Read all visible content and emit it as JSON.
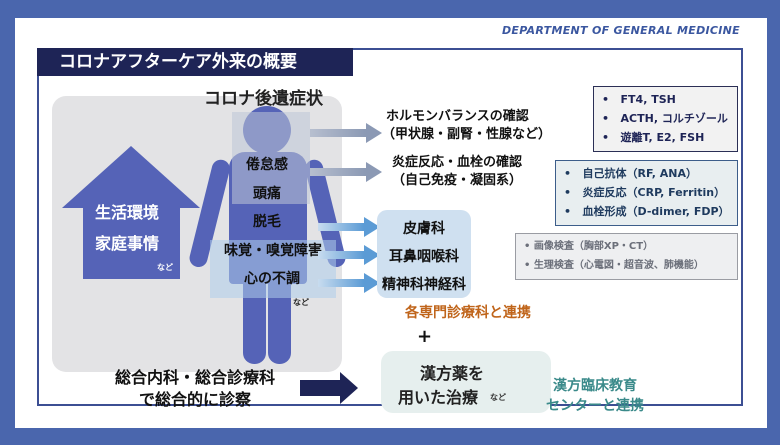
{
  "header": {
    "department": "DEPARTMENT OF GENERAL MEDICINE",
    "title": "コロナアフターケア外来の概要"
  },
  "symptoms": {
    "title": "コロナ後遺症状",
    "items": [
      "倦怠感",
      "頭痛",
      "脱毛",
      "味覚・嗅覚障害",
      "心の不調"
    ],
    "etc": "など"
  },
  "living": {
    "line1": "生活環境",
    "line2": "家庭事情",
    "etc": "など"
  },
  "checks": {
    "hormone": {
      "line1": "ホルモンバランスの確認",
      "line2": "（甲状腺・副腎・性腺など）"
    },
    "inflammation": {
      "line1": "炎症反応・血栓の確認",
      "line2": "（自己免疫・凝固系）"
    }
  },
  "boxes": {
    "hormone_tests": [
      "FT4, TSH",
      "ACTH, コルチゾール",
      "遊離T, E2, FSH"
    ],
    "inflammation_tests": [
      "自己抗体（RF, ANA）",
      "炎症反応（CRP, Ferritin）",
      "血栓形成（D-dimer, FDP）"
    ],
    "other_tests": [
      "画像検査（胸部XP・CT）",
      "生理検査（心電図・超音波、肺機能）"
    ],
    "bullet": "•"
  },
  "departments": {
    "items": [
      "皮膚科",
      "耳鼻咽喉科",
      "精神科神経科"
    ],
    "collaboration": "各専門診療科と連携"
  },
  "plus": "+",
  "general": {
    "line1": "総合内科・総合診療科",
    "line2": "で総合的に診察"
  },
  "kampo": {
    "line1": "漢方薬を",
    "line2": "用いた治療",
    "etc": "など",
    "center_line1": "漢方臨床教育",
    "center_line2": "センターと連携"
  },
  "colors": {
    "frame": "#4a66ad",
    "title_bar": "#1e2456",
    "figure": "#5563b7",
    "collab_text": "#c0651b",
    "kampo_center_text": "#3a8a8a"
  }
}
